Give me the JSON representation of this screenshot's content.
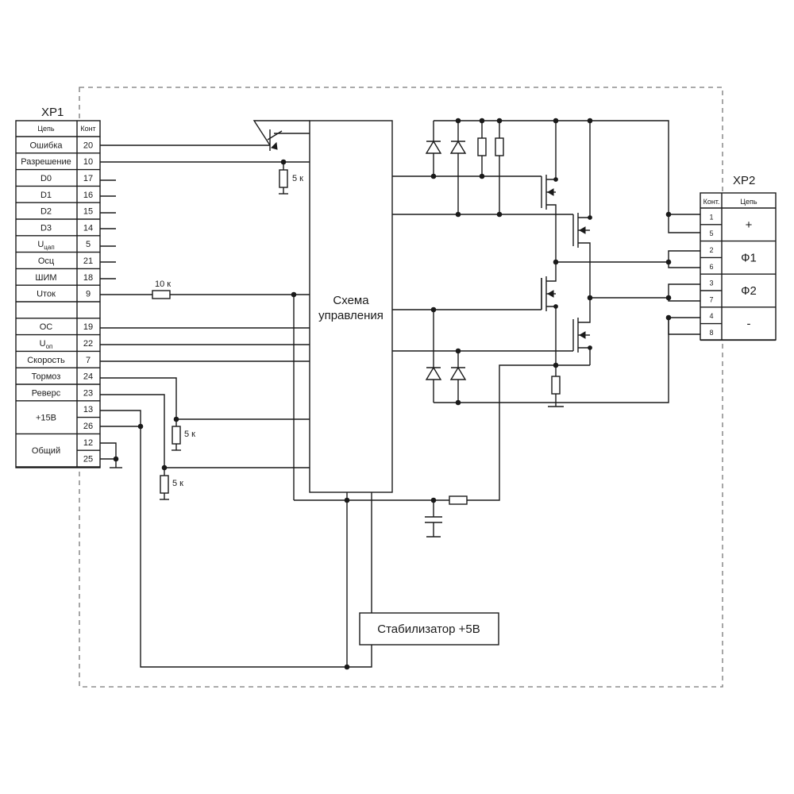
{
  "xp1": {
    "title": "XP1",
    "header_signal": "Цепь",
    "header_pin": "Конт",
    "rows": [
      {
        "signal": "Ошибка",
        "pin": "20"
      },
      {
        "signal": "Разрешение",
        "pin": "10"
      },
      {
        "signal": "D0",
        "pin": "17"
      },
      {
        "signal": "D1",
        "pin": "16"
      },
      {
        "signal": "D2",
        "pin": "15"
      },
      {
        "signal": "D3",
        "pin": "14"
      },
      {
        "signal": "U",
        "sub": "цап",
        "pin": "5"
      },
      {
        "signal": "Осц",
        "pin": "21"
      },
      {
        "signal": "ШИМ",
        "pin": "18"
      },
      {
        "signal": "Uток",
        "pin": "9"
      },
      {
        "signal": "",
        "pin": ""
      },
      {
        "signal": "ОС",
        "pin": "19"
      },
      {
        "signal": "U",
        "sub": "оп",
        "pin": "22"
      },
      {
        "signal": "Скорость",
        "pin": "7"
      },
      {
        "signal": "Тормоз",
        "pin": "24"
      },
      {
        "signal": "Реверс",
        "pin": "23"
      }
    ],
    "grouped_rows": [
      {
        "signal": "+15В",
        "pins": [
          "13",
          "26"
        ]
      },
      {
        "signal": "Общий",
        "pins": [
          "12",
          "25"
        ]
      }
    ]
  },
  "xp2": {
    "title": "XP2",
    "header_pin": "Конт.",
    "header_signal": "Цепь",
    "groups": [
      {
        "signal": "+",
        "pins": [
          "1",
          "5"
        ]
      },
      {
        "signal": "Ф1",
        "pins": [
          "2",
          "6"
        ]
      },
      {
        "signal": "Ф2",
        "pins": [
          "3",
          "7"
        ]
      },
      {
        "signal": "-",
        "pins": [
          "4",
          "8"
        ]
      }
    ]
  },
  "control_block": {
    "line1": "Схема",
    "line2": "управления"
  },
  "stabilizer": {
    "label": "Стабилизатор +5В"
  },
  "resistors": {
    "r_enable": "5 к",
    "r_current": "10 к",
    "r_brake": "5 к",
    "r_reverse": "5 к"
  }
}
